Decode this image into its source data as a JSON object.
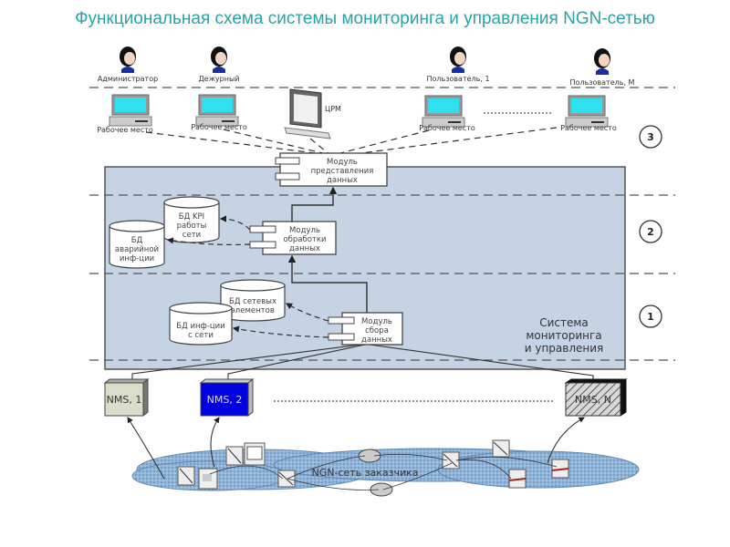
{
  "title": "Функциональная схема системы мониторинга и управления NGN-сетью",
  "roles": [
    {
      "label": "Администратор",
      "icon": "person-icon"
    },
    {
      "label": "Дежурный",
      "icon": "person-icon"
    },
    {
      "label": "Пользователь, 1",
      "icon": "person-icon"
    },
    {
      "label": "Пользователь, M",
      "icon": "person-icon"
    }
  ],
  "workstations": [
    {
      "label": "Рабочее место",
      "icon": "computer-icon"
    },
    {
      "label": "Рабочее место",
      "icon": "computer-icon"
    },
    {
      "label": "Рабочее место",
      "icon": "computer-icon"
    },
    {
      "label": "Рабочее место",
      "icon": "computer-icon"
    }
  ],
  "cpm": {
    "label": "ЦРМ",
    "icon": "monitor-icon"
  },
  "levels": [
    "3",
    "2",
    "1"
  ],
  "modules": {
    "presentation": [
      "Модуль",
      "представления",
      "данных"
    ],
    "processing": [
      "Модуль",
      "обработки",
      "данных"
    ],
    "collection": [
      "Модуль",
      "сбора",
      "данных"
    ]
  },
  "databases": {
    "kpi": [
      "БД KPI",
      "работы",
      "сети"
    ],
    "alarm": [
      "БД",
      "аварийной",
      "инф-ции"
    ],
    "elements": [
      "БД сетевых",
      "элементов"
    ],
    "netinfo": [
      "БД инф-ции",
      "с сети"
    ]
  },
  "system_label": [
    "Система",
    "мониторинга",
    "и управления"
  ],
  "nms": [
    {
      "label": "NMS, 1",
      "color": "#dcdccb"
    },
    {
      "label": "NMS, 2",
      "color": "#0000e0"
    },
    {
      "label": "NMS, N",
      "color": "#cccccc"
    }
  ],
  "network_label": "NGN-сеть заказчика",
  "colors": {
    "title": "#2aa3a6",
    "system_fill": "#c5d3e4",
    "cloud_fill": "#8fb4d8"
  }
}
